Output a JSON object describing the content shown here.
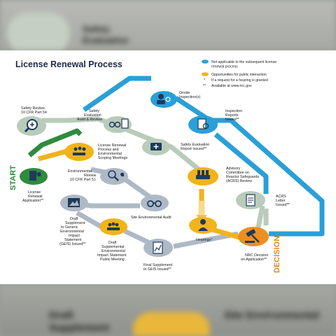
{
  "title": "License Renewal Process",
  "legend": {
    "blue": "Not applicable to the subsequent license renewal process",
    "yellow": "Opportunities for public interaction",
    "star": "If a request for a hearing is granted",
    "dstar": "Available at www.nrc.gov"
  },
  "start_label": "START",
  "decision_label": "DECISION",
  "steps": {
    "safety_review": [
      "Safety Review",
      "10 CFR Part 54"
    ],
    "safety_eval_audit": [
      "Safety",
      "Evaluation",
      "Audit & Review"
    ],
    "onsite": [
      "Onsite",
      "Inspection(s)"
    ],
    "inspection_reports": [
      "Inspection",
      "Reports",
      "Issued**"
    ],
    "lr_meetings": [
      "License Renewal",
      "Process and",
      "Environmental",
      "Scoping Meetings"
    ],
    "ser_issued": [
      "Safety Evaluation",
      "Report Issued**"
    ],
    "env_review": [
      "Environmental",
      "Review",
      "10 CFR Part 51"
    ],
    "acrs_review": [
      "Advisory",
      "Committee on",
      "Reactor Safeguards",
      "(ACRS) Review"
    ],
    "application": [
      "License",
      "Renewal",
      "Application**"
    ],
    "acrs_letter": [
      "ACRS",
      "Letter",
      "Issued**"
    ],
    "site_audit": [
      "Site Environmental Audit"
    ],
    "draft_geis": [
      "Draft",
      "Supplement",
      "to Generic",
      "Environmental",
      "Impact",
      "Statement",
      "(GEIS) Issued**"
    ],
    "draft_meeting": [
      "Draft",
      "Supplemental",
      "Environmental",
      "Impact Statement",
      "Public Meeting"
    ],
    "hearings": [
      "Hearings*"
    ],
    "final_supplement": [
      "Final Supplement",
      "to GEIS Issued**"
    ],
    "nrc_decision": [
      "NRC Decision",
      "on Application**"
    ]
  },
  "colors": {
    "blue": "#2a9fd8",
    "yellow": "#f2b31b",
    "sage": "#b9cbbb",
    "slate": "#aeb9c6",
    "green": "#2f8b3d",
    "orange": "#ee8f1e",
    "navy": "#1e3a5c"
  },
  "icons": {
    "safety_review": "magnifier-plus-icon",
    "safety_eval_audit": "glasses-document-icon",
    "onsite": "inspector-icon",
    "inspection_reports": "report-magnifier-icon",
    "lr_meetings": "meeting-icon",
    "ser_issued": "briefcase-plus-icon",
    "env_review": "magnifier-leaf-icon",
    "acrs_review": "committee-icon",
    "application": "document-leaf-icon",
    "acrs_letter": "letter-icon",
    "site_audit": "binoculars-icon",
    "draft_geis": "landscape-document-icon",
    "draft_meeting": "public-meeting-icon",
    "hearings": "judge-icon",
    "final_supplement": "chart-document-icon",
    "nrc_decision": "gavel-icon"
  }
}
